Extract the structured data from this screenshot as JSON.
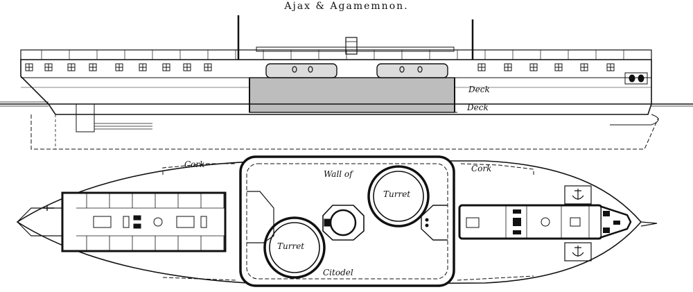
{
  "title": "Ajax & Agamemnon.",
  "profile": {
    "deck_label_upper": "Deck",
    "deck_label_lower": "Deck"
  },
  "plan": {
    "cork_left": "Cork",
    "cork_right": "Cork",
    "wall_label": "Wall of",
    "citadel_label": "Citodel",
    "turret_fore": "Turret",
    "turret_aft": "Turret"
  },
  "colors": {
    "ink": "#111111",
    "armour_shading": "#bdbdbd",
    "paper": "#ffffff"
  }
}
